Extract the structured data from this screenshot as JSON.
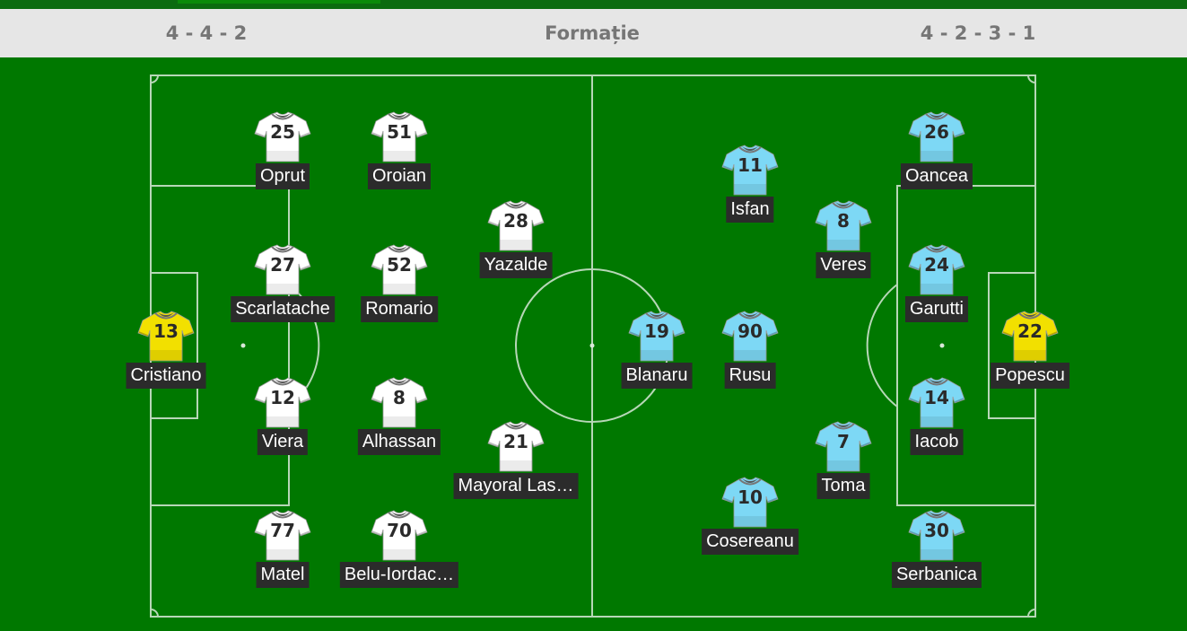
{
  "header": {
    "home_formation": "4 - 4 - 2",
    "title": "Formație",
    "away_formation": "4 - 2 - 3 - 1"
  },
  "colors": {
    "pitch": "#007800",
    "home_outfield": "#ffffff",
    "away_outfield": "#7dd8f5",
    "goalkeeper": "#f2e000"
  },
  "home": {
    "players": [
      {
        "number": "13",
        "name": "Cristiano",
        "kit": "goalkeeper"
      },
      {
        "number": "25",
        "name": "Oprut",
        "kit": "home"
      },
      {
        "number": "27",
        "name": "Scarlatache",
        "kit": "home"
      },
      {
        "number": "12",
        "name": "Viera",
        "kit": "home"
      },
      {
        "number": "77",
        "name": "Matel",
        "kit": "home"
      },
      {
        "number": "51",
        "name": "Oroian",
        "kit": "home"
      },
      {
        "number": "52",
        "name": "Romario",
        "kit": "home"
      },
      {
        "number": "8",
        "name": "Alhassan",
        "kit": "home"
      },
      {
        "number": "70",
        "name": "Belu-Iordac…",
        "kit": "home"
      },
      {
        "number": "28",
        "name": "Yazalde",
        "kit": "home"
      },
      {
        "number": "21",
        "name": "Mayoral Las…",
        "kit": "home"
      }
    ]
  },
  "away": {
    "players": [
      {
        "number": "22",
        "name": "Popescu",
        "kit": "goalkeeper"
      },
      {
        "number": "26",
        "name": "Oancea",
        "kit": "away"
      },
      {
        "number": "24",
        "name": "Garutti",
        "kit": "away"
      },
      {
        "number": "14",
        "name": "Iacob",
        "kit": "away"
      },
      {
        "number": "30",
        "name": "Serbanica",
        "kit": "away"
      },
      {
        "number": "8",
        "name": "Veres",
        "kit": "away"
      },
      {
        "number": "7",
        "name": "Toma",
        "kit": "away"
      },
      {
        "number": "11",
        "name": "Isfan",
        "kit": "away"
      },
      {
        "number": "90",
        "name": "Rusu",
        "kit": "away"
      },
      {
        "number": "10",
        "name": "Cosereanu",
        "kit": "away"
      },
      {
        "number": "19",
        "name": "Blanaru",
        "kit": "away"
      }
    ]
  }
}
